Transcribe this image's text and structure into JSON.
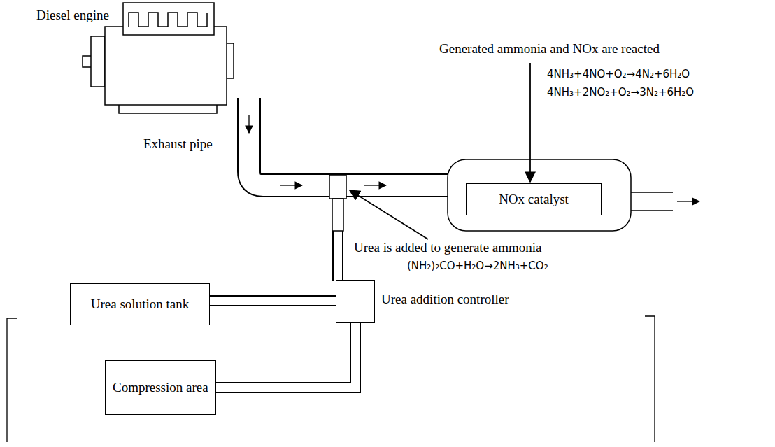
{
  "diagram": {
    "nodes": [
      {
        "text": [
          "NOx catalyst"
        ]
      },
      {
        "text": [
          "Urea solution tank"
        ]
      },
      {
        "text": [
          "Urea addition controller"
        ]
      },
      {
        "text": [
          "Compression area"
        ]
      }
    ],
    "edges": [
      {
        "from": 1,
        "to": 2,
        "arrow": "none"
      },
      {
        "from": 3,
        "to": 2,
        "arrow": "none"
      }
    ],
    "labels": [
      "Diesel engine",
      "Exhaust pipe",
      "Generated ammonia and NOx are reacted",
      "4NH₃+4NO+O₂→4N₂+6H₂O",
      "4NH₃+2NO₂+O₂→3N₂+6H₂O",
      "Urea is added to generate ammonia",
      "(NH₂)₂CO+H₂O→2NH₃+CO₂"
    ]
  }
}
